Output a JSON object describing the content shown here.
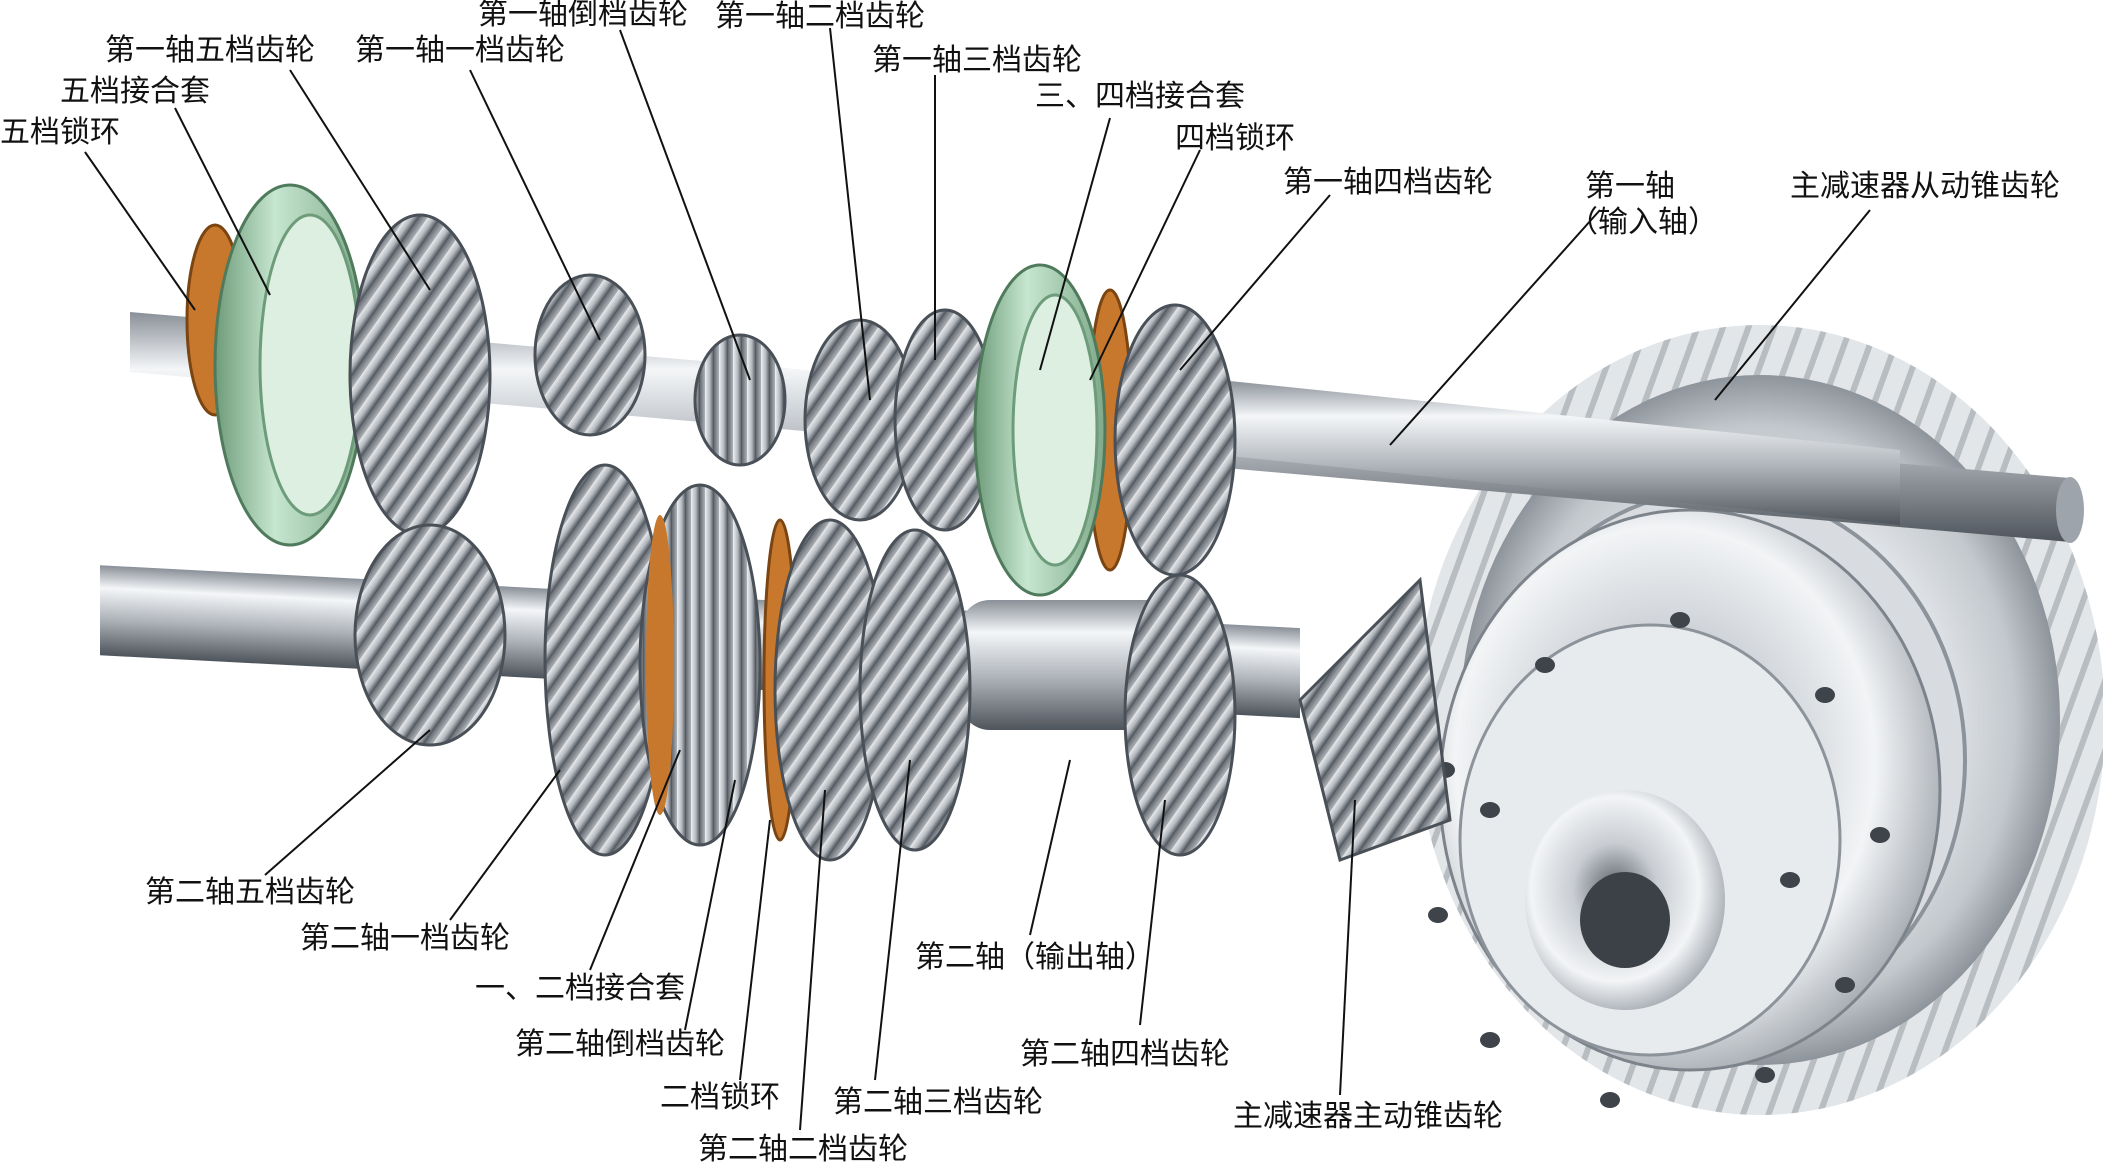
{
  "labels": {
    "fifth_lock_ring": "五档锁环",
    "fifth_sleeve": "五档接合套",
    "shaft1_fifth_gear": "第一轴五档齿轮",
    "shaft1_first_gear": "第一轴一档齿轮",
    "shaft1_reverse_gear": "第一轴倒档齿轮",
    "shaft1_second_gear": "第一轴二档齿轮",
    "shaft1_third_gear": "第一轴三档齿轮",
    "third_fourth_sleeve": "三、四档接合套",
    "fourth_lock_ring": "四档锁环",
    "shaft1_fourth_gear": "第一轴四档齿轮",
    "shaft1": "第一轴",
    "shaft1_sub": "（输入轴）",
    "final_driven_bevel": "主减速器从动锥齿轮",
    "shaft2_fifth_gear": "第二轴五档齿轮",
    "shaft2_first_gear": "第二轴一档齿轮",
    "first_second_sleeve": "一、二档接合套",
    "shaft2_reverse_gear": "第二轴倒档齿轮",
    "second_lock_ring": "二档锁环",
    "shaft2_second_gear": "第二轴二档齿轮",
    "shaft2_third_gear": "第二轴三档齿轮",
    "shaft2": "第二轴（输出轴）",
    "shaft2_fourth_gear": "第二轴四档齿轮",
    "final_drive_bevel": "主减速器主动锥齿轮"
  },
  "colors": {
    "steel_light": "#eef0f2",
    "steel_mid": "#b8bdc3",
    "steel_dark": "#5e646b",
    "sync_green": "#a9d3b4",
    "bronze": "#c8782c",
    "leader": "#111111"
  }
}
